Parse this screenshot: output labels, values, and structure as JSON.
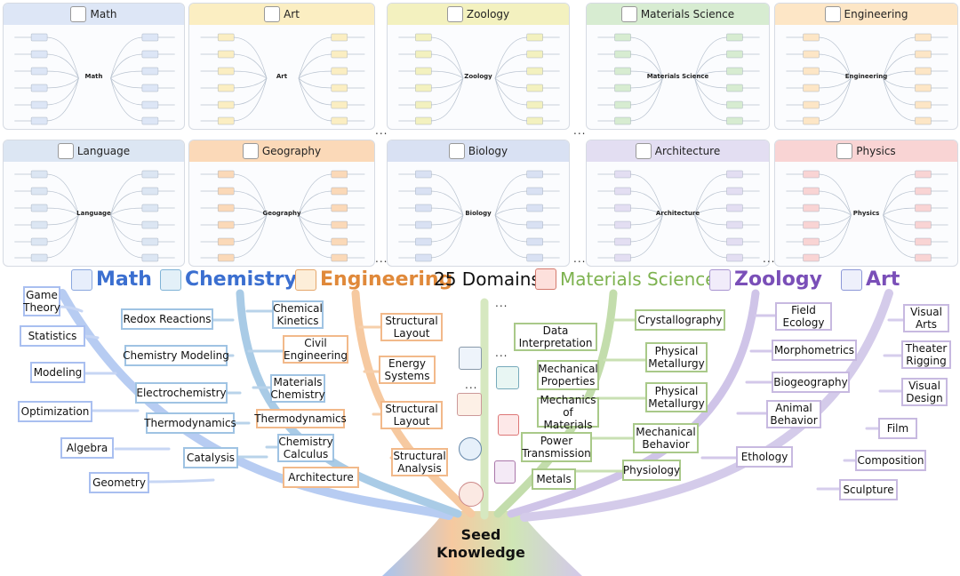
{
  "cards_row1": [
    {
      "title": "Math",
      "color": "#dde6f6",
      "icon": "ruler-compass-icon"
    },
    {
      "title": "Art",
      "color": "#fbeec2",
      "icon": "palette-icon"
    },
    {
      "title": "Zoology",
      "color": "#f3f1bf",
      "icon": "animal-icon"
    },
    {
      "title": "Materials Science",
      "color": "#d7ecd1",
      "icon": "materials-icon"
    },
    {
      "title": "Engineering",
      "color": "#fde6c6",
      "icon": "gear-blueprint-icon"
    }
  ],
  "cards_row2": [
    {
      "title": "Language",
      "color": "#dce6f3",
      "icon": "speech-icon"
    },
    {
      "title": "Geography",
      "color": "#fbd9b8",
      "icon": "globe-icon"
    },
    {
      "title": "Biology",
      "color": "#d9e1f3",
      "icon": "microscope-icon"
    },
    {
      "title": "Architecture",
      "color": "#e3def2",
      "icon": "building-icon"
    },
    {
      "title": "Physics",
      "color": "#f9d4d4",
      "icon": "flask-icon"
    }
  ],
  "card_centers": {
    "Math": "Math",
    "Art": "Art",
    "Zoology": "Zoology",
    "Materials Science": "Materials Science",
    "Engineering": "Engineering",
    "Language": "Language",
    "Geography": "Geography",
    "Biology": "Biology",
    "Architecture": "Architecture",
    "Physics": "Physics"
  },
  "dots": "...",
  "domain_titles": [
    {
      "label": "Math",
      "color": "#3b6fd0",
      "icon": "ruler-compass-icon"
    },
    {
      "label": "Chemistry",
      "color": "#3b6fd0",
      "icon": "chemistry-icon"
    },
    {
      "label": "Engineering",
      "color": "#e0893a",
      "icon": "gear-blueprint-icon"
    },
    {
      "label": "25 Domains",
      "color": "#111111",
      "icon": ""
    },
    {
      "label": "Materials Science",
      "color": "#7db24f",
      "icon": "materials-icon"
    },
    {
      "label": "Zoology",
      "color": "#7a4fb8",
      "icon": "animal-icon"
    },
    {
      "label": "Art",
      "color": "#7a4fb8",
      "icon": "palette-icon"
    }
  ],
  "leaves": {
    "math": [
      "Game Theory",
      "Statistics",
      "Modeling",
      "Optimization",
      "Algebra",
      "Geometry"
    ],
    "chemistry": [
      "Redox Reactions",
      "Chemistry Modeling",
      "Electrochemistry",
      "Thermodynamics",
      "Catalysis"
    ],
    "chemistry_inner": [
      "Chemical Kinetics",
      "Civil Engineering",
      "Materials Chemistry",
      "Thermodynamics",
      "Chemistry Calculus",
      "Architecture"
    ],
    "engineering": [
      "Structural Layout",
      "Energy Systems",
      "Structural Layout",
      "Structural Analysis"
    ],
    "materials_left": [
      "Data Interpretation",
      "Mechanical Properties",
      "Mechanics of Materials",
      "Power Transmission",
      "Metals"
    ],
    "materials_right": [
      "Crystallography",
      "Physical Metallurgy",
      "Physical Metallurgy",
      "Mechanical Behavior",
      "Physiology"
    ],
    "zoology": [
      "Field Ecology",
      "Morphometrics",
      "Biogeography",
      "Animal Behavior",
      "Ethology"
    ],
    "art": [
      "Visual Arts",
      "Theater Rigging",
      "Visual Design",
      "Film",
      "Composition",
      "Sculpture"
    ]
  },
  "seed": "Seed Knowledge",
  "colors": {
    "math": "#a9bff0",
    "chemistry": "#9fc3e3",
    "engineering": "#f2b98a",
    "materials": "#a9c989",
    "zoology": "#c7b9e0",
    "art": "#c7b9e0"
  }
}
